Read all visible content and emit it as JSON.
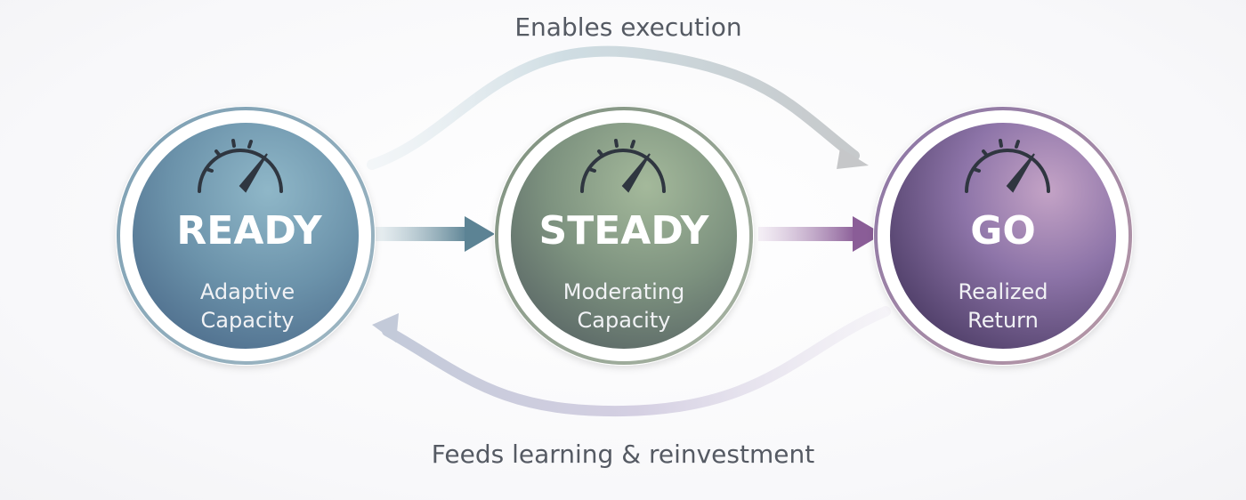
{
  "top_caption": "Enables execution",
  "bottom_caption": "Feeds learning & reinvestment",
  "stages": [
    {
      "title": "READY",
      "subtitle_line1": "Adaptive",
      "subtitle_line2": "Capacity",
      "color_light": "#7aa6bd",
      "color_dark": "#4e6f8d",
      "icon": "gauge-icon"
    },
    {
      "title": "STEADY",
      "subtitle_line1": "Moderating",
      "subtitle_line2": "Capacity",
      "color_light": "#8fa88f",
      "color_dark": "#5f6f6d",
      "icon": "gauge-icon"
    },
    {
      "title": "GO",
      "subtitle_line1": "Realized",
      "subtitle_line2": "Return",
      "color_light": "#a995c4",
      "color_dark": "#4f3f69",
      "icon": "gauge-icon"
    }
  ],
  "colors": {
    "arrow_ready_to_steady": "#5c8394",
    "arrow_steady_to_go": "#8a5d97",
    "curve_top": "#c8d6dc",
    "curve_bottom": "#d3d1e3"
  }
}
